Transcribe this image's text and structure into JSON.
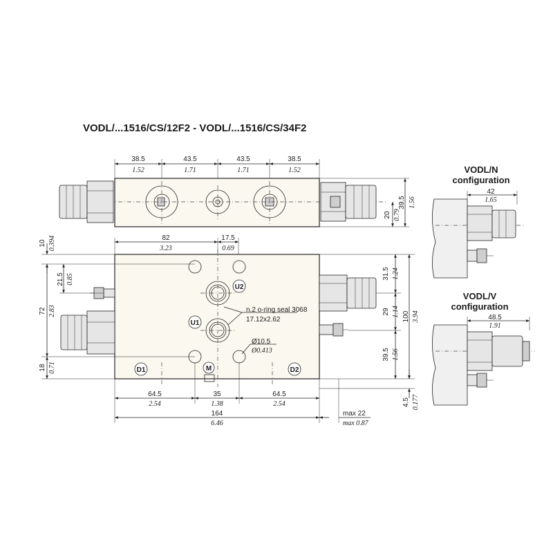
{
  "title": "VODL/...1516/CS/12F2 - VODL/...1516/CS/34F2",
  "top_view": {
    "dims": [
      {
        "mm": "38.5",
        "in": "1.52"
      },
      {
        "mm": "43.5",
        "in": "1.71"
      },
      {
        "mm": "43.5",
        "in": "1.71"
      },
      {
        "mm": "38.5",
        "in": "1.52"
      }
    ],
    "right_dims": [
      {
        "mm": "20",
        "in": "0.79"
      },
      {
        "mm": "39.5",
        "in": "1.56"
      }
    ]
  },
  "front_view": {
    "top_dims": [
      {
        "mm": "82",
        "in": "3.23"
      },
      {
        "mm": "17.5",
        "in": "0.69"
      }
    ],
    "left_dims": [
      {
        "mm": "10",
        "in": "0.394"
      },
      {
        "mm": "21.5",
        "in": "0.85"
      },
      {
        "mm": "72",
        "in": "2.83"
      },
      {
        "mm": "18",
        "in": "0.71"
      }
    ],
    "right_dims": [
      {
        "mm": "31.5",
        "in": "1.24"
      },
      {
        "mm": "29",
        "in": "1.14"
      },
      {
        "mm": "39.5",
        "in": "1.56"
      },
      {
        "mm": "100",
        "in": "3.94"
      },
      {
        "mm": "4.5",
        "in": "0.177"
      }
    ],
    "bottom_dims": [
      {
        "mm": "64.5",
        "in": "2.54"
      },
      {
        "mm": "35",
        "in": "1.38"
      },
      {
        "mm": "64.5",
        "in": "2.54"
      }
    ],
    "overall": {
      "mm": "164",
      "in": "6.46"
    },
    "max": {
      "mm": "max 22",
      "in": "max 0.87"
    },
    "oring_note_1": "n.2 o-ring seal 3068",
    "oring_note_2": "17.12x2.62",
    "hole_note_1": "Ø10.5",
    "hole_note_2": "Ø0.413",
    "ports": {
      "u1": "U1",
      "u2": "U2",
      "d1": "D1",
      "d2": "D2",
      "m": "M"
    }
  },
  "config_n": {
    "title_1": "VODL/N",
    "title_2": "configuration",
    "dim": {
      "mm": "42",
      "in": "1.65"
    }
  },
  "config_v": {
    "title_1": "VODL/V",
    "title_2": "configuration",
    "dim": {
      "mm": "48.5",
      "in": "1.91"
    }
  }
}
